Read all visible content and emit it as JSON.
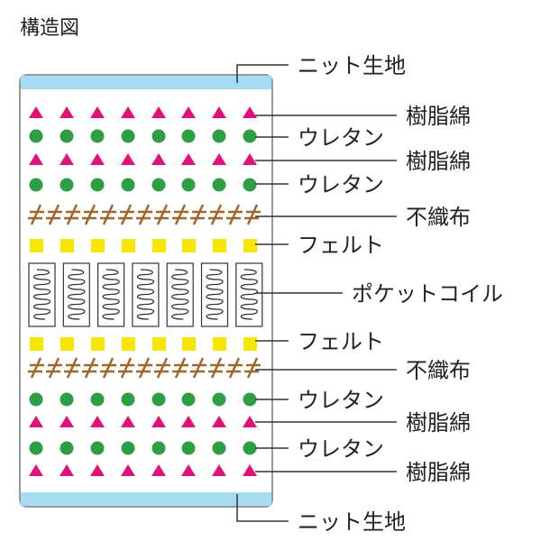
{
  "title": "構造図",
  "colors": {
    "resin_cotton": "#e0127a",
    "urethane": "#2e9e44",
    "nonwoven": "#a0662a",
    "felt": "#f7e600",
    "knit": "#a6dbf4",
    "frame": "#999999"
  },
  "layers": [
    {
      "label": "ニット生地",
      "type": "knit"
    },
    {
      "label": "樹脂綿",
      "type": "triangle"
    },
    {
      "label": "ウレタン",
      "type": "circle"
    },
    {
      "label": "樹脂綿",
      "type": "triangle"
    },
    {
      "label": "ウレタン",
      "type": "circle"
    },
    {
      "label": "不織布",
      "type": "hash"
    },
    {
      "label": "フェルト",
      "type": "square"
    },
    {
      "label": "ポケットコイル",
      "type": "coil"
    },
    {
      "label": "フェルト",
      "type": "square"
    },
    {
      "label": "不織布",
      "type": "hash"
    },
    {
      "label": "ウレタン",
      "type": "circle"
    },
    {
      "label": "樹脂綿",
      "type": "triangle"
    },
    {
      "label": "ウレタン",
      "type": "circle"
    },
    {
      "label": "樹脂綿",
      "type": "triangle"
    },
    {
      "label": "ニット生地",
      "type": "knit"
    }
  ]
}
